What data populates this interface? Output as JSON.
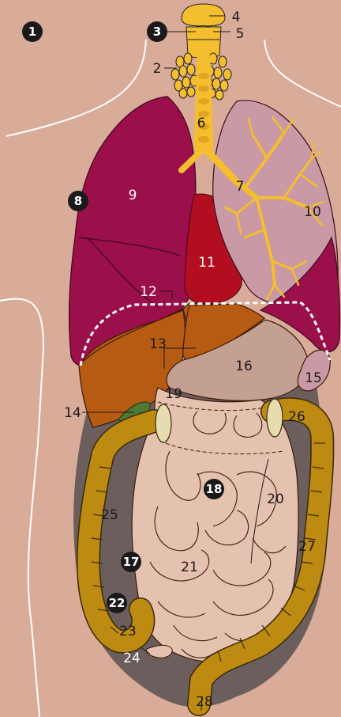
{
  "diagram": {
    "title": "",
    "badge_labels": {
      "b1": "1",
      "b3": "3",
      "b8": "8",
      "b17": "17",
      "b18": "18",
      "b22": "22"
    },
    "labels": {
      "l2": "2",
      "l4": "4",
      "l5": "5",
      "l6": "6",
      "l7": "7",
      "l9": "9",
      "l10": "10",
      "l11": "11",
      "l12": "12",
      "l13": "13",
      "l14": "14",
      "l15": "15",
      "l16": "16",
      "l19": "19",
      "l20": "20",
      "l21": "21",
      "l23": "23",
      "l24": "24",
      "l25": "25",
      "l26": "26",
      "l27": "27",
      "l28": "28"
    },
    "colors": {
      "skin": "#d9ab99",
      "body_outline": "#ffffff",
      "cavity": "#6b5e5c",
      "thyroid": "#f4be2f",
      "trachea": "#f4be2f",
      "right_lung": "#9b0f4a",
      "left_lung": "#c99aa6",
      "heart": "#b20e20",
      "liver": "#b65b14",
      "stomach": "#c4a093",
      "spleen": "#c99aa6",
      "gallbladder": "#4f7a35",
      "small_intestine": "#e5c2af",
      "large_intestine": "#be8b12",
      "diaphragm_line": "#ffffff"
    }
  }
}
